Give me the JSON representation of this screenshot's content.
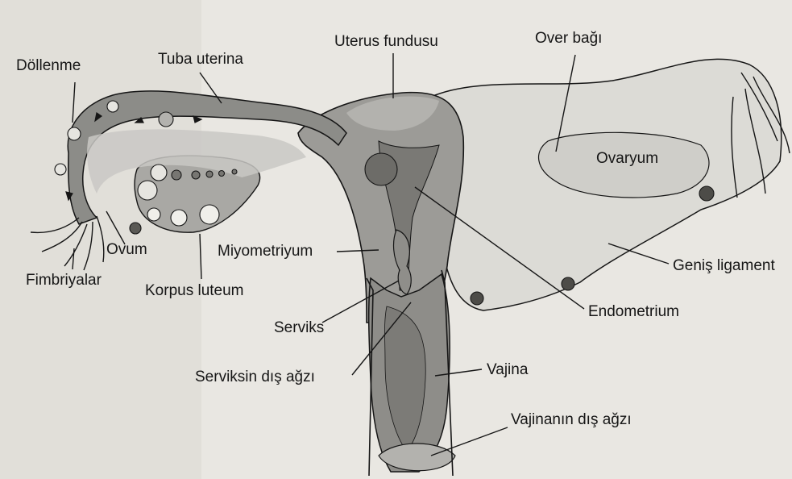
{
  "labels": {
    "dollenme": "Döllenme",
    "tuba_uterina": "Tuba uterina",
    "uterus_fundusu": "Uterus fundusu",
    "over_bagi": "Over bağı",
    "ovaryum": "Ovaryum",
    "ovum": "Ovum",
    "fimbriyalar": "Fimbriyalar",
    "miyometriyum": "Miyometriyum",
    "korpus_luteum": "Korpus luteum",
    "genis_ligament": "Geniş ligament",
    "endometrium": "Endometrium",
    "serviks": "Serviks",
    "serviksin_dis_agzi": "Serviksin dış ağzı",
    "vajina": "Vajina",
    "vajinanin_dis_agzi": "Vajinanın dış ağzı"
  },
  "colors": {
    "background": "#e9e7e2",
    "ink": "#161616",
    "dark_tissue": "#8c8c88",
    "light_tissue": "#c9c8c4",
    "pale_tissue": "#dcdbd6"
  }
}
